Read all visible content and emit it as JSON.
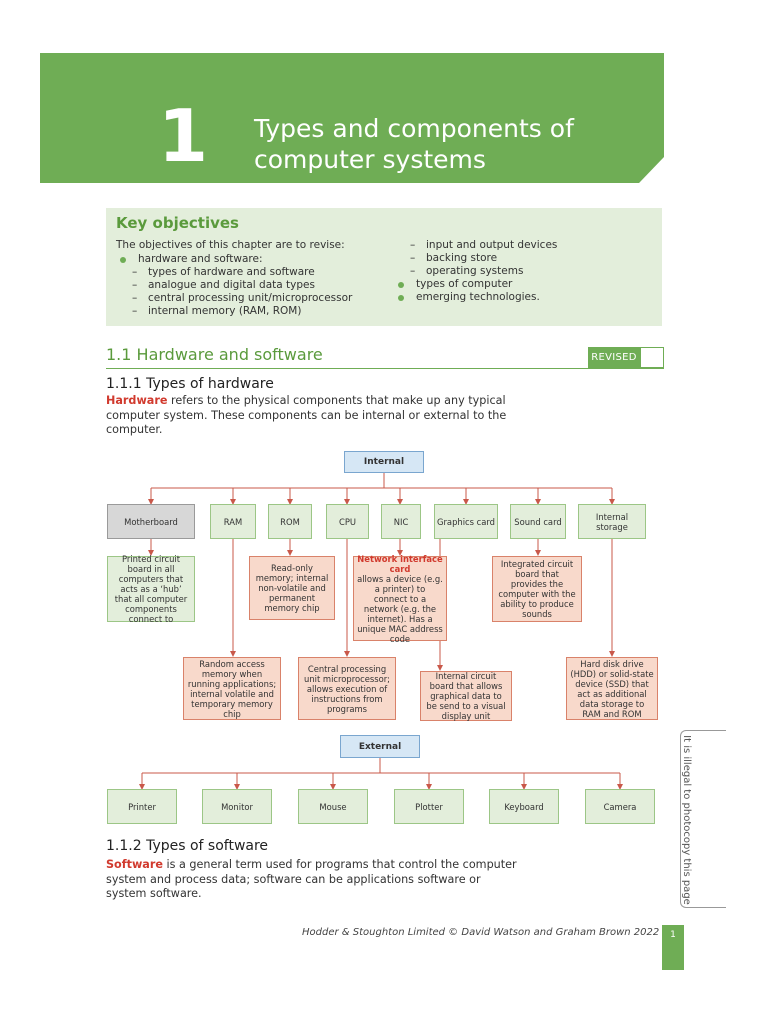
{
  "chapter": {
    "number": "1",
    "title_line1": "Types and components of",
    "title_line2": "computer systems"
  },
  "objectives": {
    "heading": "Key objectives",
    "intro": "The objectives of this chapter are to revise:",
    "left_items": [
      "hardware and software:",
      "types of hardware and software",
      "analogue and digital data types",
      "central processing unit/microprocessor",
      "internal memory (RAM, ROM)"
    ],
    "right_items": [
      "input and output devices",
      "backing store",
      "operating systems",
      "types of computer",
      "emerging technologies."
    ]
  },
  "section": {
    "title": "1.1 Hardware and software",
    "revised_label": "REVISED"
  },
  "hardware": {
    "heading": "1.1.1 Types of hardware",
    "keyword": "Hardware",
    "text_line1": " refers to the physical components that make up any typical",
    "text_line2": "computer system. These components can be internal or external to the",
    "text_line3": "computer."
  },
  "diagram": {
    "internal_label": "Internal",
    "external_label": "External",
    "internal_components": [
      "Motherboard",
      "RAM",
      "ROM",
      "CPU",
      "NIC",
      "Graphics card",
      "Sound card",
      "Internal storage"
    ],
    "desc_motherboard": "Printed circuit board in all computers that acts as a ‘hub’ that all computer components connect to",
    "desc_rom": "Read-only memory; internal non-volatile and permanent memory chip",
    "desc_nic_title": "Network interface card",
    "desc_nic": "allows a device (e.g. a printer) to connect to a network (e.g. the internet). Has a unique MAC address code",
    "desc_sound": "Integrated circuit board that provides the computer with the ability to produce sounds",
    "desc_ram": "Random access memory when running applications; internal volatile and temporary memory chip",
    "desc_cpu": "Central processing unit microprocessor; allows execution of instructions from programs",
    "desc_graphics": "Internal circuit board that allows graphical data to be send to a visual display unit",
    "desc_storage": "Hard disk drive (HDD) or solid-state device (SSD) that act as additional data storage to RAM and ROM",
    "external_components": [
      "Printer",
      "Monitor",
      "Mouse",
      "Plotter",
      "Keyboard",
      "Camera"
    ]
  },
  "software": {
    "heading": "1.1.2 Types of software",
    "keyword": "Software",
    "text_line1": " is a general term used for programs that control the computer",
    "text_line2": "system and process data; software can be applications software or",
    "text_line3": "system software."
  },
  "footer": {
    "copyright": "Hodder & Stoughton Limited © David Watson and Graham Brown 2022",
    "page_number": "1"
  },
  "side_notice": "It is illegal to photocopy this page"
}
